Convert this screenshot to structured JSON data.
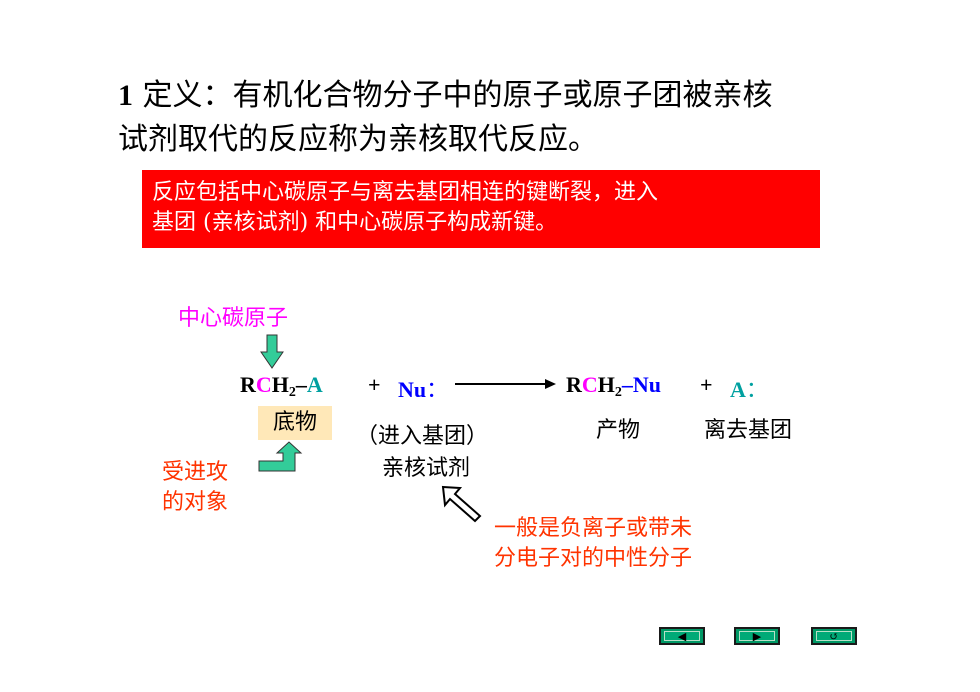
{
  "title": {
    "number": "1",
    "line1": " 定义：有机化合物分子中的原子或原子团被亲核",
    "line2": "试剂取代的反应称为亲核取代反应。"
  },
  "note": {
    "line1": "反应包括中心碳原子与离去基团相连的键断裂，进入",
    "line2": "基团 (亲核试剂) 和中心碳原子构成新键。"
  },
  "center_carbon_label": "中心碳原子",
  "equation": {
    "sub_R": "R",
    "sub_C": "C",
    "sub_H": "H",
    "sub_2": "2",
    "sub_dash": "–",
    "sub_A": "A",
    "plus1": "+",
    "nu": "Nu",
    "nu_colon": "：",
    "prod_R": "R",
    "prod_C": "C",
    "prod_H": "H",
    "prod_2": "2",
    "prod_dash_nu": "–Nu",
    "plus2": "+",
    "leaving": "A",
    "leaving_colon": "："
  },
  "labels": {
    "substrate": "底物",
    "entering": "（进入基团）",
    "nucleophile": "亲核试剂",
    "product": "产物",
    "leaving_group": "离去基团",
    "attacked_line1": "受进攻",
    "attacked_line2": "的对象",
    "note_line1": "一般是负离子或带未",
    "note_line2": "分电子对的中性分子"
  },
  "nav": {
    "prev": "◀",
    "next": "▶",
    "back": "↺"
  },
  "colors": {
    "box": "#ff0000",
    "magenta": "#ff00ff",
    "blue": "#0000ff",
    "teal": "#00a0a0",
    "orange": "#ff3300",
    "nav": "#009966"
  }
}
